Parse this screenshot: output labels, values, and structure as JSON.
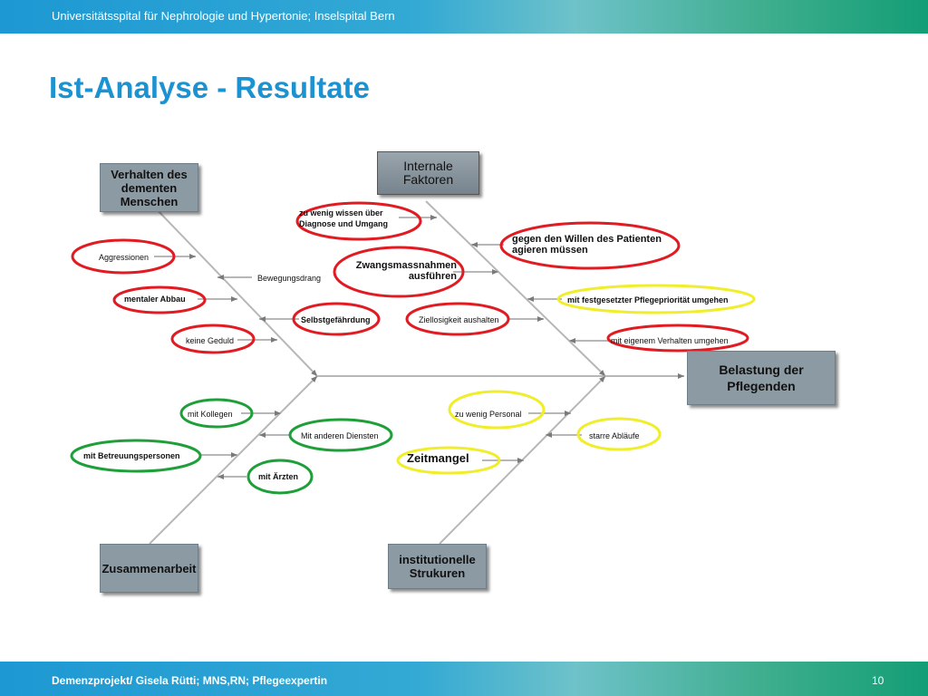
{
  "header": {
    "institution": "Universitätsspital  für Nephrologie und Hypertonie; Inselspital Bern"
  },
  "slide": {
    "title": "Ist-Analyse - Resultate"
  },
  "footer": {
    "text": "Demenzprojekt/ Gisela Rütti; MNS,RN; Pflegeexpertin",
    "page": "10"
  },
  "colors": {
    "red": "#e01b22",
    "yellow": "#f0ee2a",
    "green": "#1f9f3a",
    "bone": "#b7b7b7"
  },
  "diagram": {
    "effect": "Belastung der\nPflegenden",
    "categories": {
      "verhalten": "Verhalten des\ndementen\nMenschen",
      "internale": "Internale\nFaktoren",
      "zusammenarbeit": "Zusammenarbeit",
      "institutionell": "institutionelle\nStrukuren"
    },
    "causes": {
      "aggressionen": "Aggressionen",
      "mentaler_abbau": "mentaler Abbau",
      "keine_geduld": "keine Geduld",
      "bewegungsdrang": "Bewegungsdrang",
      "selbstgefaehrdung": "Selbstgefährdung",
      "zu_wenig_wissen": "zu wenig wissen über\nDiagnose und Umgang",
      "zwangsmassnahmen": "Zwangsmassnahmen\nausführen",
      "ziellosigkeit": "Ziellosigkeit aushalten",
      "gegen_willen": "gegen den Willen des Patienten\nagieren müssen",
      "festgesetzte_prioritaet": "mit festgesetzter Pflegepriorität umgehen",
      "eigenem_verhalten": "mit eigenem Verhalten umgehen",
      "kollegen": "mit  Kollegen",
      "anderen_diensten": "Mit anderen Diensten",
      "betreuungspersonen": "mit Betreuungspersonen",
      "aerzten": "mit Ärzten",
      "zu_wenig_personal": "zu wenig Personal",
      "starre_ablaeufe": "starre Abläufe",
      "zeitmangel": "Zeitmangel"
    }
  }
}
